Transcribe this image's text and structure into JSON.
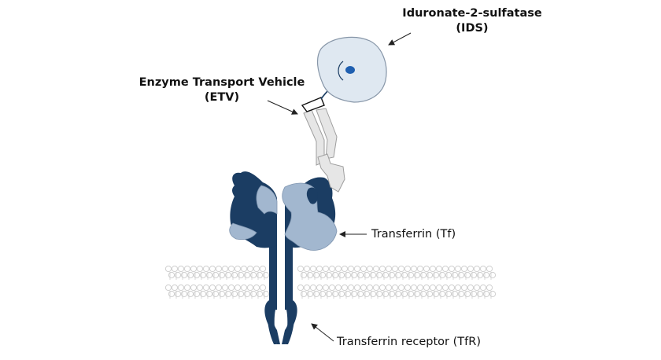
{
  "labels": {
    "ids": {
      "line1": "Iduronate-2-sulfatase",
      "line2": "(IDS)"
    },
    "etv": {
      "line1": "Enzyme Transport Vehicle",
      "line2": "(ETV)"
    },
    "transferrin": "Transferrin (Tf)",
    "receptor": "Transferrin receptor (TfR)"
  },
  "colors": {
    "receptor_dark": "#1b3d63",
    "transferrin_light": "#a2b7cf",
    "enzyme_fill": "#dfe8f1",
    "enzyme_dot": "#1f5fb0",
    "antibody_fill": "#e6e6e6",
    "membrane": "#cfcfcf"
  }
}
